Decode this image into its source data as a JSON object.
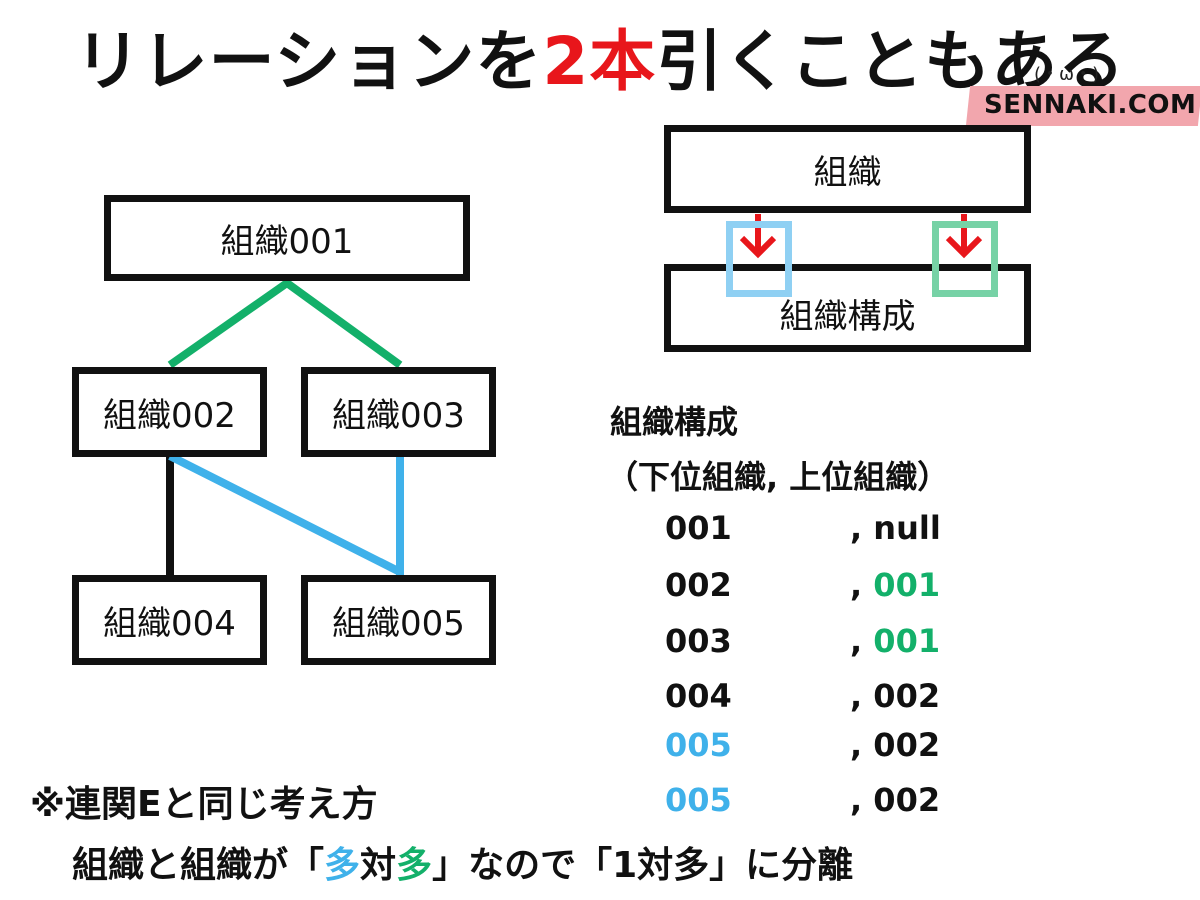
{
  "header": {
    "title_pre": "リレーションを",
    "title_hl": "2本",
    "title_post": "引くこともある",
    "badge": "SENNAKI.COM",
    "mascot": "(・ω・)"
  },
  "tree": {
    "root": "組織001",
    "mid_left": "組織002",
    "mid_right": "組織003",
    "bottom_left": "組織004",
    "bottom_right": "組織005"
  },
  "relation": {
    "top": "組織",
    "bottom": "組織構成"
  },
  "table": {
    "name": "組織構成",
    "columns": "（下位組織, 上位組織）",
    "rows": [
      {
        "child": "001",
        "parent": ", null",
        "child_color": "black",
        "parent_color": "black"
      },
      {
        "child": "002",
        "parent_sep": ", ",
        "parent": "001",
        "child_color": "black",
        "parent_color": "green"
      },
      {
        "child": "003",
        "parent_sep": ", ",
        "parent": "001",
        "child_color": "black",
        "parent_color": "green"
      },
      {
        "child": "004",
        "parent": ", 002",
        "child_color": "black",
        "parent_color": "black"
      },
      {
        "child": "005",
        "parent": ", 002",
        "child_color": "blue",
        "parent_color": "black"
      },
      {
        "child": "005",
        "parent": ", 002",
        "child_color": "blue",
        "parent_color": "black"
      }
    ]
  },
  "note": {
    "line1": "※連関Eと同じ考え方",
    "line2_a": "組織と組織が「",
    "line2_b": "多",
    "line2_c": "対",
    "line2_d": "多",
    "line2_e": "」なので「1対多」に分離"
  },
  "colors": {
    "accent_red": "#e8161b",
    "green": "#13b06a",
    "blue": "#3fb1ea",
    "badge_pink": "#f2a6ad"
  }
}
